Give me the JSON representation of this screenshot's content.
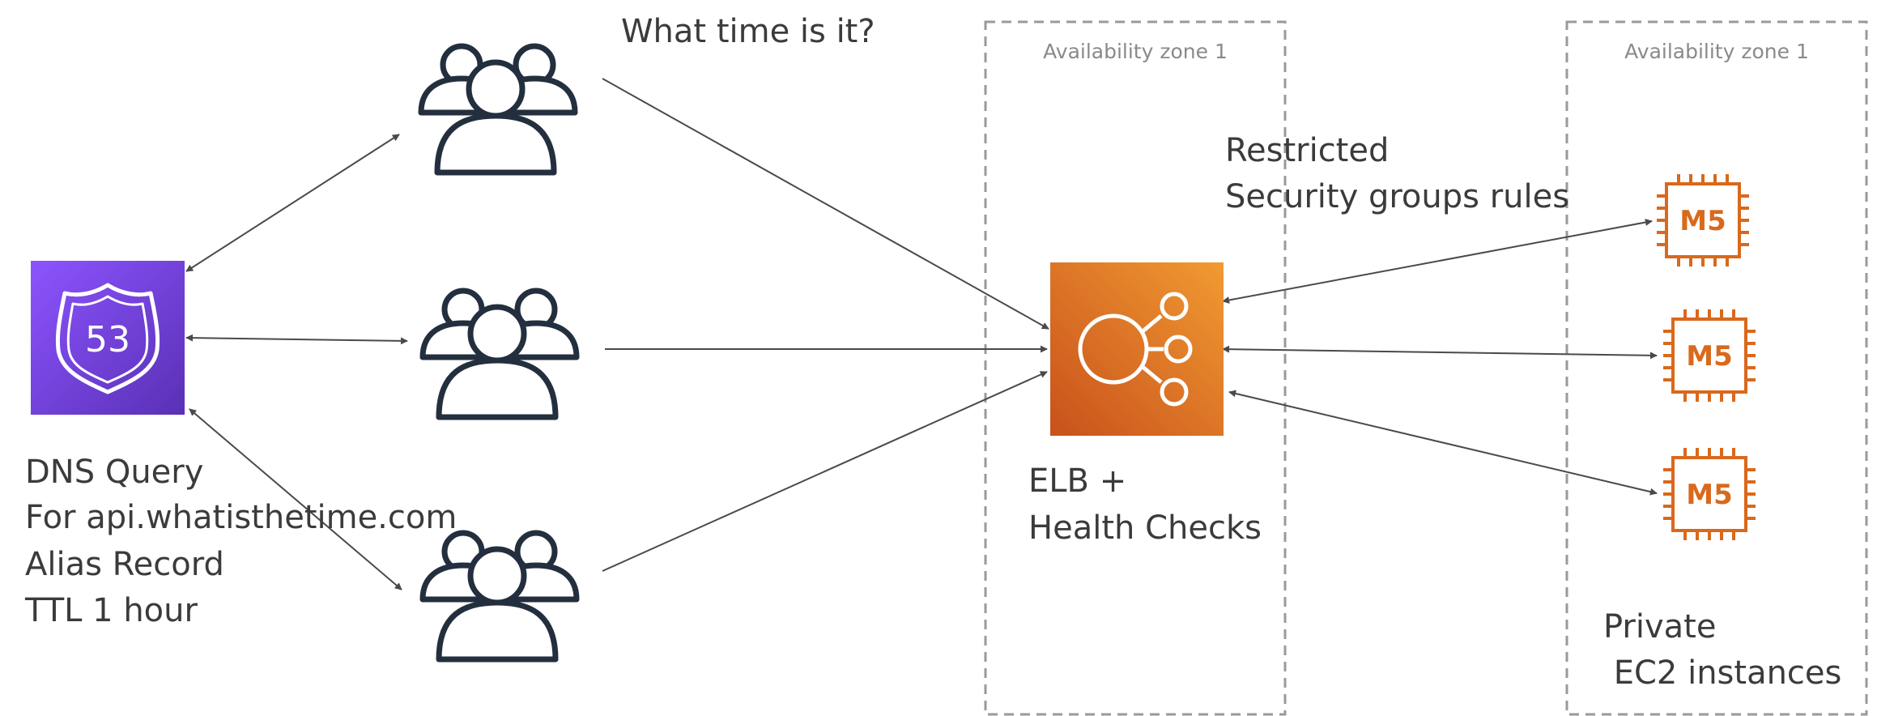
{
  "zones": [
    {
      "label": "Availability zone 1"
    },
    {
      "label": "Availability zone 1"
    }
  ],
  "route53": {
    "icon": "route53-shield-icon",
    "number": "53",
    "color_top": "#8c54ff",
    "color_bottom": "#5a30b5"
  },
  "dns_text": {
    "line1": "DNS Query",
    "line2": "For api.whatisthetime.com",
    "line3": "Alias Record",
    "line4": "TTL 1 hour"
  },
  "question": "What time is it?",
  "users_icon": "users-group-icon",
  "elb": {
    "icon": "elb-icon",
    "label_line1": "ELB +",
    "label_line2": "Health Checks",
    "color_top": "#f19a32",
    "color_bottom": "#c8511b"
  },
  "security": {
    "line1": "Restricted",
    "line2": "Security groups rules"
  },
  "instances": [
    {
      "icon": "ec2-chip-icon",
      "label": "M5"
    },
    {
      "icon": "ec2-chip-icon",
      "label": "M5"
    },
    {
      "icon": "ec2-chip-icon",
      "label": "M5"
    }
  ],
  "private_text": {
    "line1": "Private",
    "line2": " EC2 instances"
  },
  "colors": {
    "ec2": "#d9691c",
    "users": "#232f3e",
    "arrows": "#4a4a4a",
    "zone_border": "#9a9a9a"
  }
}
